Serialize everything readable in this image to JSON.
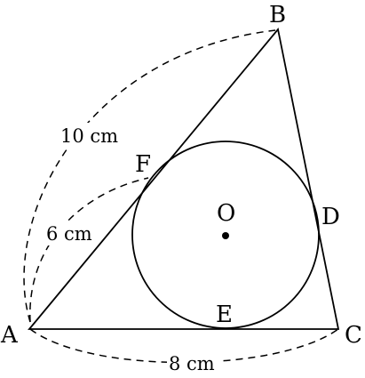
{
  "figure": {
    "points": {
      "A": "A",
      "B": "B",
      "C": "C",
      "D": "D",
      "E": "E",
      "F": "F",
      "O": "O"
    },
    "lengths": {
      "AB": "10 cm",
      "AF": "6 cm",
      "AC": "8 cm"
    }
  }
}
